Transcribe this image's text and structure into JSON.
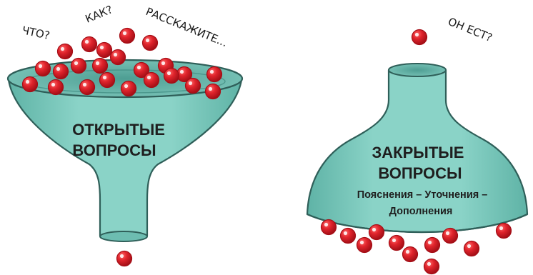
{
  "open_funnel": {
    "questions": [
      "ЧТО?",
      "КАК?",
      "РАССКАЖИТЕ..."
    ],
    "title_line1": "ОТКРЫТЫЕ",
    "title_line2": "ВОПРОСЫ"
  },
  "closed_funnel": {
    "question": "ОН ЕСТ?",
    "title_line1": "ЗАКРЫТЫЕ",
    "title_line2": "ВОПРОСЫ",
    "subtitle_line1": "Пояснения – Уточнения –",
    "subtitle_line2": "Дополнения"
  },
  "colors": {
    "funnel_fill": "#86cfc3",
    "funnel_shade": "#5fb3a6",
    "funnel_stroke": "#2f5f59",
    "ball": "#e0242c",
    "ball_shade": "#a50f17",
    "ball_highlight": "#ffffff"
  },
  "icons": [
    "ball-icon",
    "funnel-open-icon",
    "funnel-closed-icon"
  ]
}
